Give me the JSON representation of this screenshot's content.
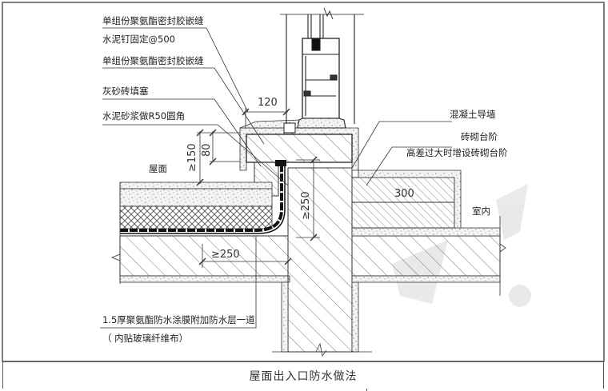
{
  "drawing": {
    "title": "屋面出入口防水做法",
    "labels": {
      "sealant_top": "单组份聚氨酯密封胶嵌缝",
      "nail_fix": "水泥钉固定@500",
      "sealant_mid": "单组份聚氨酯密封胶嵌缝",
      "brick_fill": "灰砂砖填塞",
      "mortar_fillet": "水泥砂浆做R50圆角",
      "roof": "屋面",
      "concrete_curb": "混凝土导墙",
      "brick_step": "砖砌台阶",
      "brick_step_note": "高差过大时增设砖砌台阶",
      "indoor": "室内",
      "membrane_note": "1.5厚聚氨酯防水涂膜附加防水层一道",
      "membrane_sub": "（ 内贴玻璃纤维布）"
    },
    "dimensions": {
      "d120": "120",
      "d150": "≥150",
      "d80": "80",
      "d250v": "≥250",
      "d250h": "≥250",
      "d300": "300"
    }
  }
}
